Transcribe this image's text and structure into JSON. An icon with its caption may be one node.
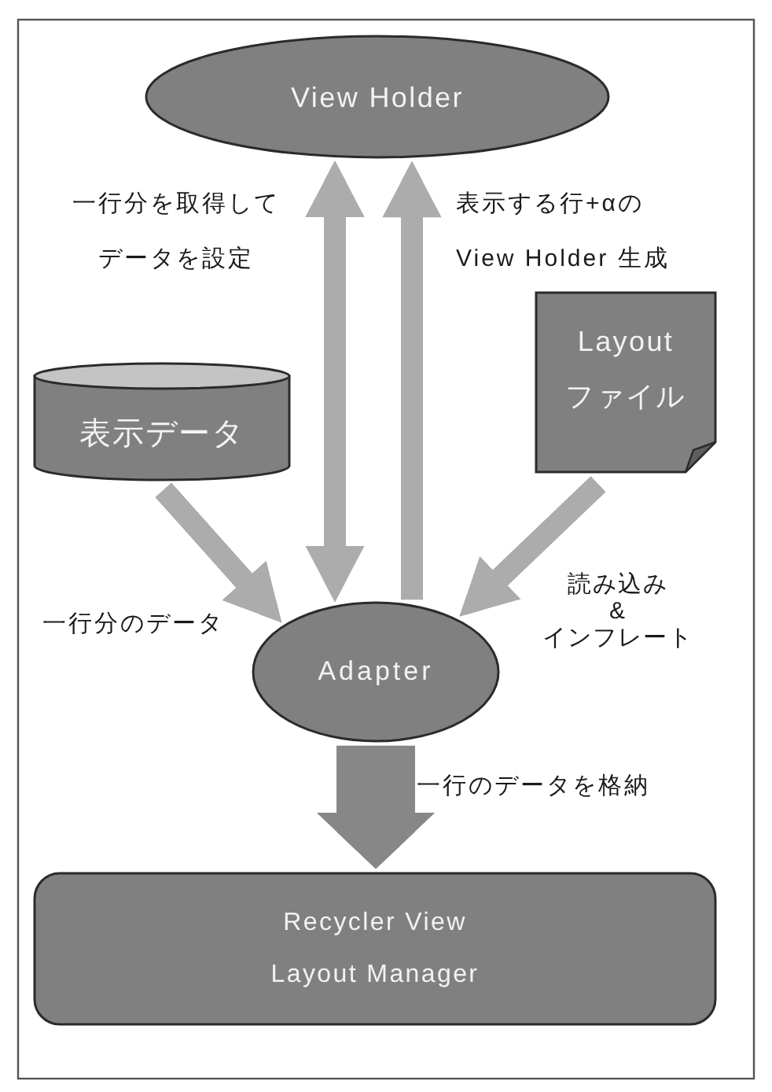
{
  "diagram": {
    "nodes": [
      {
        "text": [
          "View Holder"
        ]
      },
      {
        "text": [
          "表示データ"
        ]
      },
      {
        "text": [
          "Layout ファイル"
        ]
      },
      {
        "text": [
          "Adapter"
        ]
      },
      {
        "text": [
          "Recycler View",
          "Layout Manager"
        ]
      }
    ],
    "edges": [
      {
        "from": 3,
        "to": 0,
        "arrow": "both",
        "label": "一行分を取得してデータを設定"
      },
      {
        "from": 3,
        "to": 0,
        "arrow": "to",
        "label": "表示する行+αのView Holder 生成"
      },
      {
        "from": 1,
        "to": 3,
        "arrow": "to",
        "label": "一行分のデータ"
      },
      {
        "from": 2,
        "to": 3,
        "arrow": "to",
        "label": "読み込み & インフレート"
      },
      {
        "from": 3,
        "to": 4,
        "arrow": "to",
        "label": "一行のデータを格納",
        "style": "thick",
        "color": "#878787"
      }
    ]
  }
}
